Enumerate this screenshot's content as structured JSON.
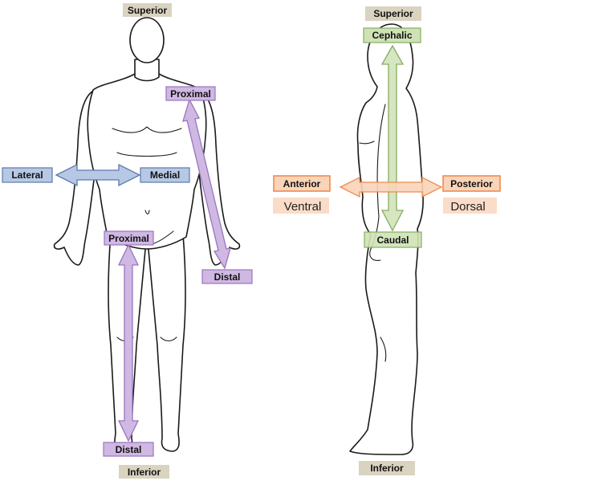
{
  "colors": {
    "tan_fill": "#d9d3c0",
    "tan_stroke": "#9a9278",
    "blue_fill": "#b7c8e4",
    "blue_stroke": "#5b79ad",
    "purple_fill": "#cfb8e2",
    "purple_stroke": "#9a74c0",
    "green_fill": "#cfe2b6",
    "green_stroke": "#86ad5c",
    "orange_fill": "#fad4b8",
    "orange_stroke": "#ee8c4f",
    "peach_fill": "#fbdcc8"
  },
  "anterior_view": {
    "superior": "Superior",
    "inferior": "Inferior",
    "lateral": "Lateral",
    "medial": "Medial",
    "proximal_arm": "Proximal",
    "distal_arm": "Distal",
    "proximal_leg": "Proximal",
    "distal_leg": "Distal"
  },
  "lateral_view": {
    "superior": "Superior",
    "inferior": "Inferior",
    "cephalic": "Cephalic",
    "caudal": "Caudal",
    "anterior": "Anterior",
    "posterior": "Posterior",
    "ventral": "Ventral",
    "dorsal": "Dorsal"
  }
}
